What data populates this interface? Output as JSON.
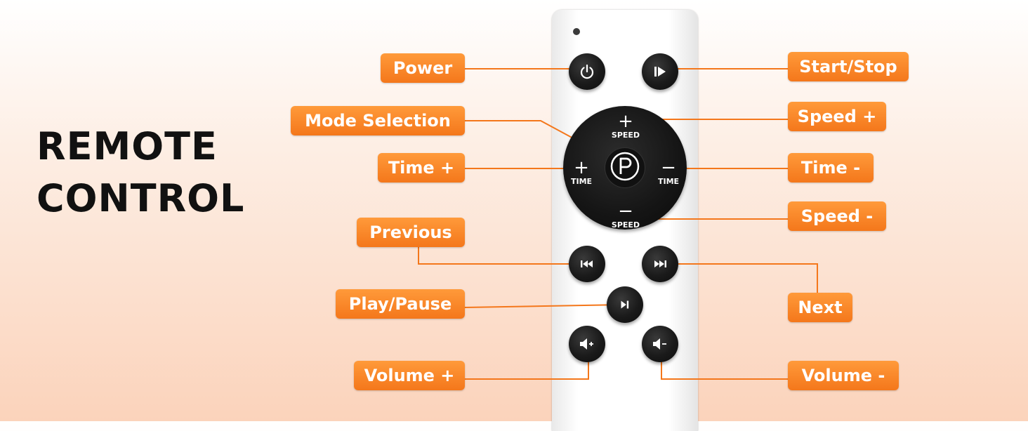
{
  "title": {
    "line1": "REMOTE",
    "line2": "CONTROL"
  },
  "labels": {
    "power": "Power",
    "start_stop": "Start/Stop",
    "mode_selection": "Mode Selection",
    "speed_plus": "Speed +",
    "time_plus": "Time +",
    "time_minus": "Time -",
    "speed_minus": "Speed -",
    "previous": "Previous",
    "next": "Next",
    "play_pause": "Play/Pause",
    "volume_plus": "Volume +",
    "volume_minus": "Volume -"
  },
  "dial": {
    "speed_caption": "SPEED",
    "time_caption": "TIME",
    "center_symbol": "P"
  },
  "colors": {
    "accent": "#f4771b",
    "button": "#1a1a1a",
    "remote_body": "#ffffff",
    "title_text": "#111111"
  }
}
